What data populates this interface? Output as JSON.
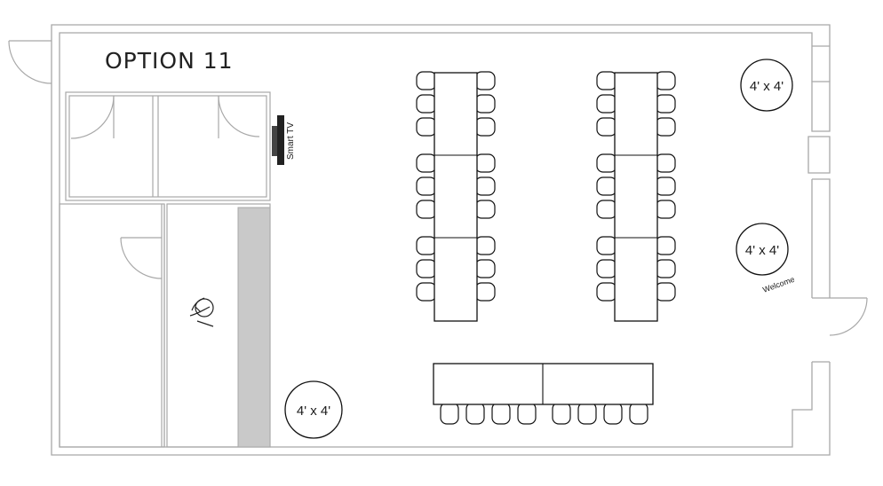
{
  "plan": {
    "title": "OPTION 11",
    "tv_label": "Smart TV",
    "round_table_labels": [
      "4' x 4'",
      "4' x 4'",
      "4' x 4'"
    ],
    "welcome_label": "Welcome"
  },
  "colors": {
    "wall": "#cccccc",
    "wall_stroke": "#9e9e9e",
    "furniture_stroke": "#111111",
    "counter": "#c9c9c9"
  }
}
